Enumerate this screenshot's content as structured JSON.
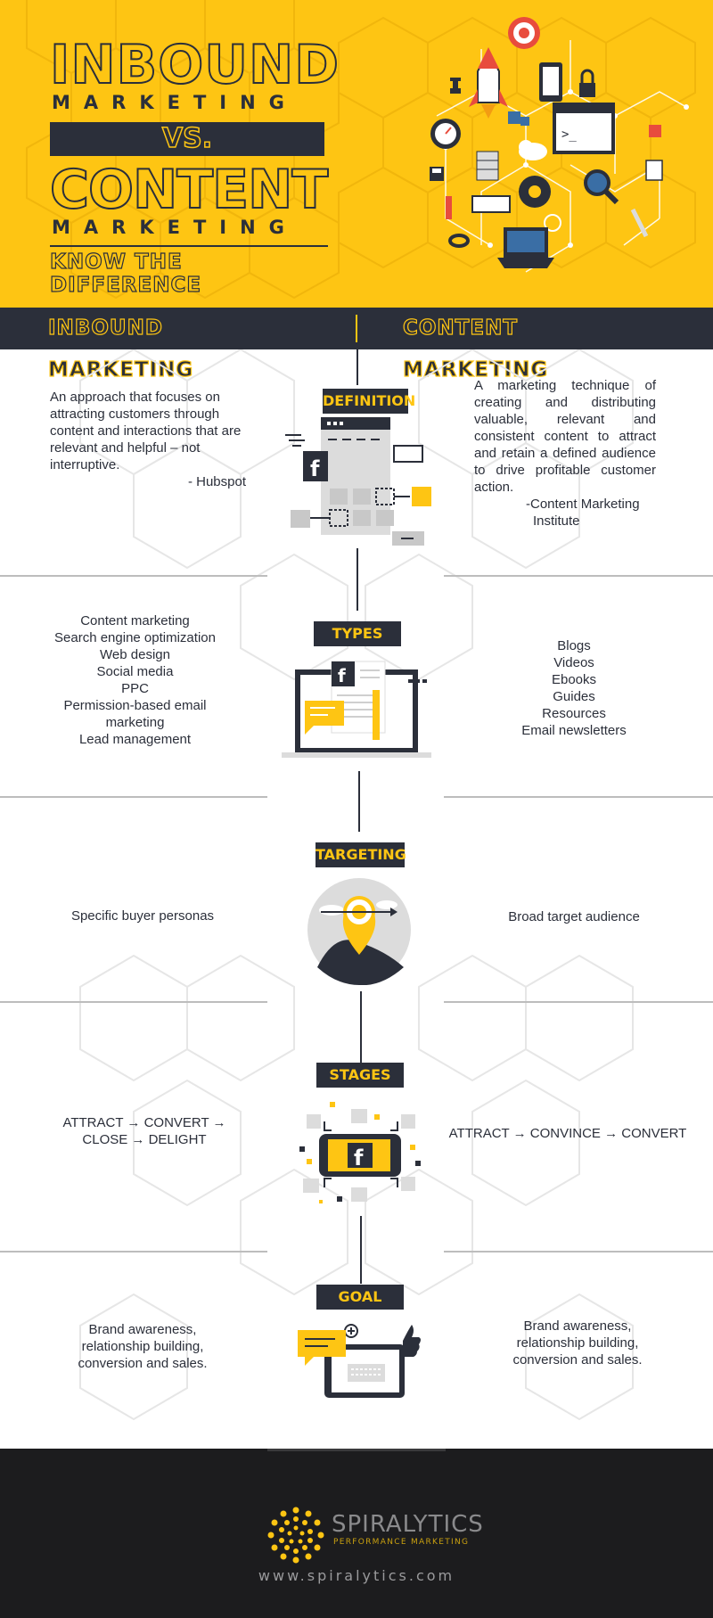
{
  "hero": {
    "word1": "INBOUND",
    "word2": "MARKETING",
    "vs": "VS.",
    "word3": "CONTENT",
    "word4": "MARKETING",
    "tagline": "KNOW THE DIFFERENCE"
  },
  "columns": {
    "left": "INBOUND MARKETING",
    "right": "CONTENT MARKETING"
  },
  "sections": {
    "definition": {
      "label": "DEFINITION",
      "left": "An approach that focuses on attracting customers through content and interactions that are relevant and helpful – not interruptive.",
      "left_source": "- Hubspot",
      "right": "A marketing technique of creating and distributing valuable, relevant and consistent content to attract and retain a defined audience to drive profitable customer action.",
      "right_source_1": "-Content Marketing",
      "right_source_2": "Institute"
    },
    "types": {
      "label": "TYPES",
      "left": [
        "Content marketing",
        "Search engine optimization",
        "Web design",
        "Social media",
        "PPC",
        "Permission-based email",
        "marketing",
        "Lead management"
      ],
      "right": [
        "Blogs",
        "Videos",
        "Ebooks",
        "Guides",
        "Resources",
        "Email newsletters"
      ]
    },
    "targeting": {
      "label": "TARGETING",
      "left": "Specific buyer personas",
      "right": "Broad target audience"
    },
    "stages": {
      "label": "STAGES",
      "left_1": "ATTRACT → CONVERT →",
      "left_2": "CLOSE → DELIGHT",
      "right": "ATTRACT → CONVINCE → CONVERT"
    },
    "goal": {
      "label": "GOAL",
      "left": "Brand awareness, relationship building, conversion and sales.",
      "right": "Brand awareness, relationship building, conversion and sales."
    }
  },
  "footer": {
    "brand": "SPIRALYTICS",
    "tagline": "PERFORMANCE MARKETING",
    "website": "www.spiralytics.com"
  },
  "colors": {
    "yellow": "#fec513",
    "navy": "#2b2f3a",
    "footer": "#1c1c1e",
    "gray": "#bdbdbd"
  }
}
